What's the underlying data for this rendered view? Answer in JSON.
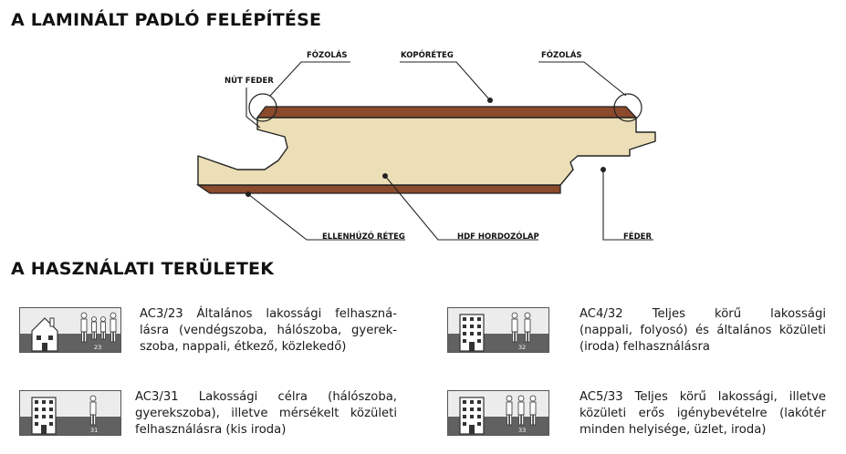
{
  "titles": {
    "structure": "A LAMINÁLT PADLÓ FELÉPÍTÉSE",
    "areas": "A HASZNÁLATI TERÜLETEK"
  },
  "diagram_labels": {
    "fozolas_left": "FÓZOLÁS",
    "koporeteg": "KOPÓRÉTEG",
    "fozolas_right": "FÓZOLÁS",
    "nut_feder": "NÚT FEDER",
    "ellenhuzo": "ELLENHÚZÓ RÉTEG",
    "hdf": "HDF HORDOZÓLAP",
    "feder": "FÉDER"
  },
  "usage_classes": [
    {
      "code": "23",
      "lines": [
        "AC3/23 Általános lakossági felhaszná-",
        "lásra (vendégszoba, hálószoba, gyerek-",
        "szoba, nappali, étkező, közlekedő)"
      ]
    },
    {
      "code": "32",
      "lines": [
        "AC4/32 Teljes körű lakossági",
        "(nappali, folyosó) és általános közületi",
        "(iroda) felhasználásra"
      ]
    },
    {
      "code": "31",
      "lines": [
        "AC3/31 Lakossági célra (hálószoba,",
        "gyerekszoba), illetve mérsékelt közületi",
        "felhasználásra (kis iroda)"
      ]
    },
    {
      "code": "33",
      "lines": [
        "AC5/33 Teljes körű lakossági, illetve",
        "közületi erős igénybevételre (lakótér",
        "minden helyisége, üzlet, iroda)"
      ]
    }
  ],
  "colors": {
    "board_fill": "#ecdfb7",
    "wear_layer": "#8b4a2b",
    "badge_dark": "#616161",
    "badge_light": "#ececec"
  }
}
